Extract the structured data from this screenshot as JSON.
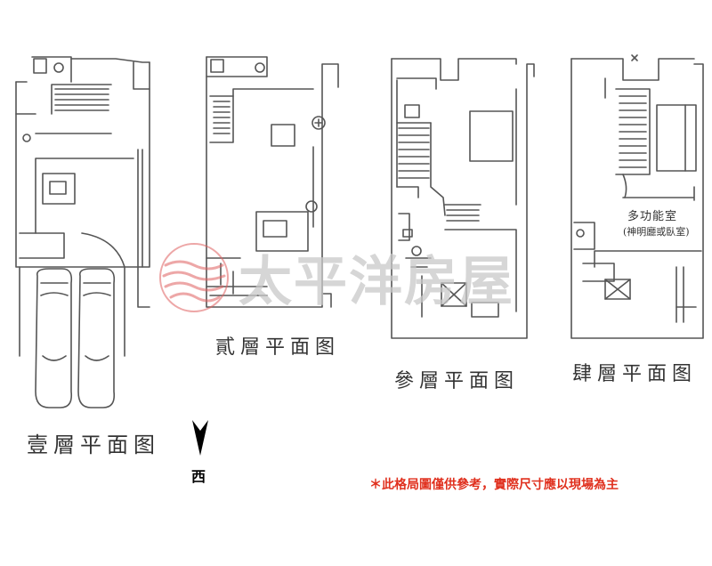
{
  "labels": {
    "floor1": "壹層平面图",
    "floor2": "貳層平面图",
    "floor3": "參層平面图",
    "floor4": "肆層平面图"
  },
  "rooms": {
    "multi_purpose": "多功能室",
    "multi_purpose_note": "(神明廳或臥室)"
  },
  "watermark": "太平洋房屋",
  "direction": "西",
  "disclaimer": "＊此格局圖僅供參考，實際尺寸應以現場為主",
  "colors": {
    "line": "#555555",
    "disclaimer": "#e0301e",
    "watermark_logo": "#e06060"
  }
}
